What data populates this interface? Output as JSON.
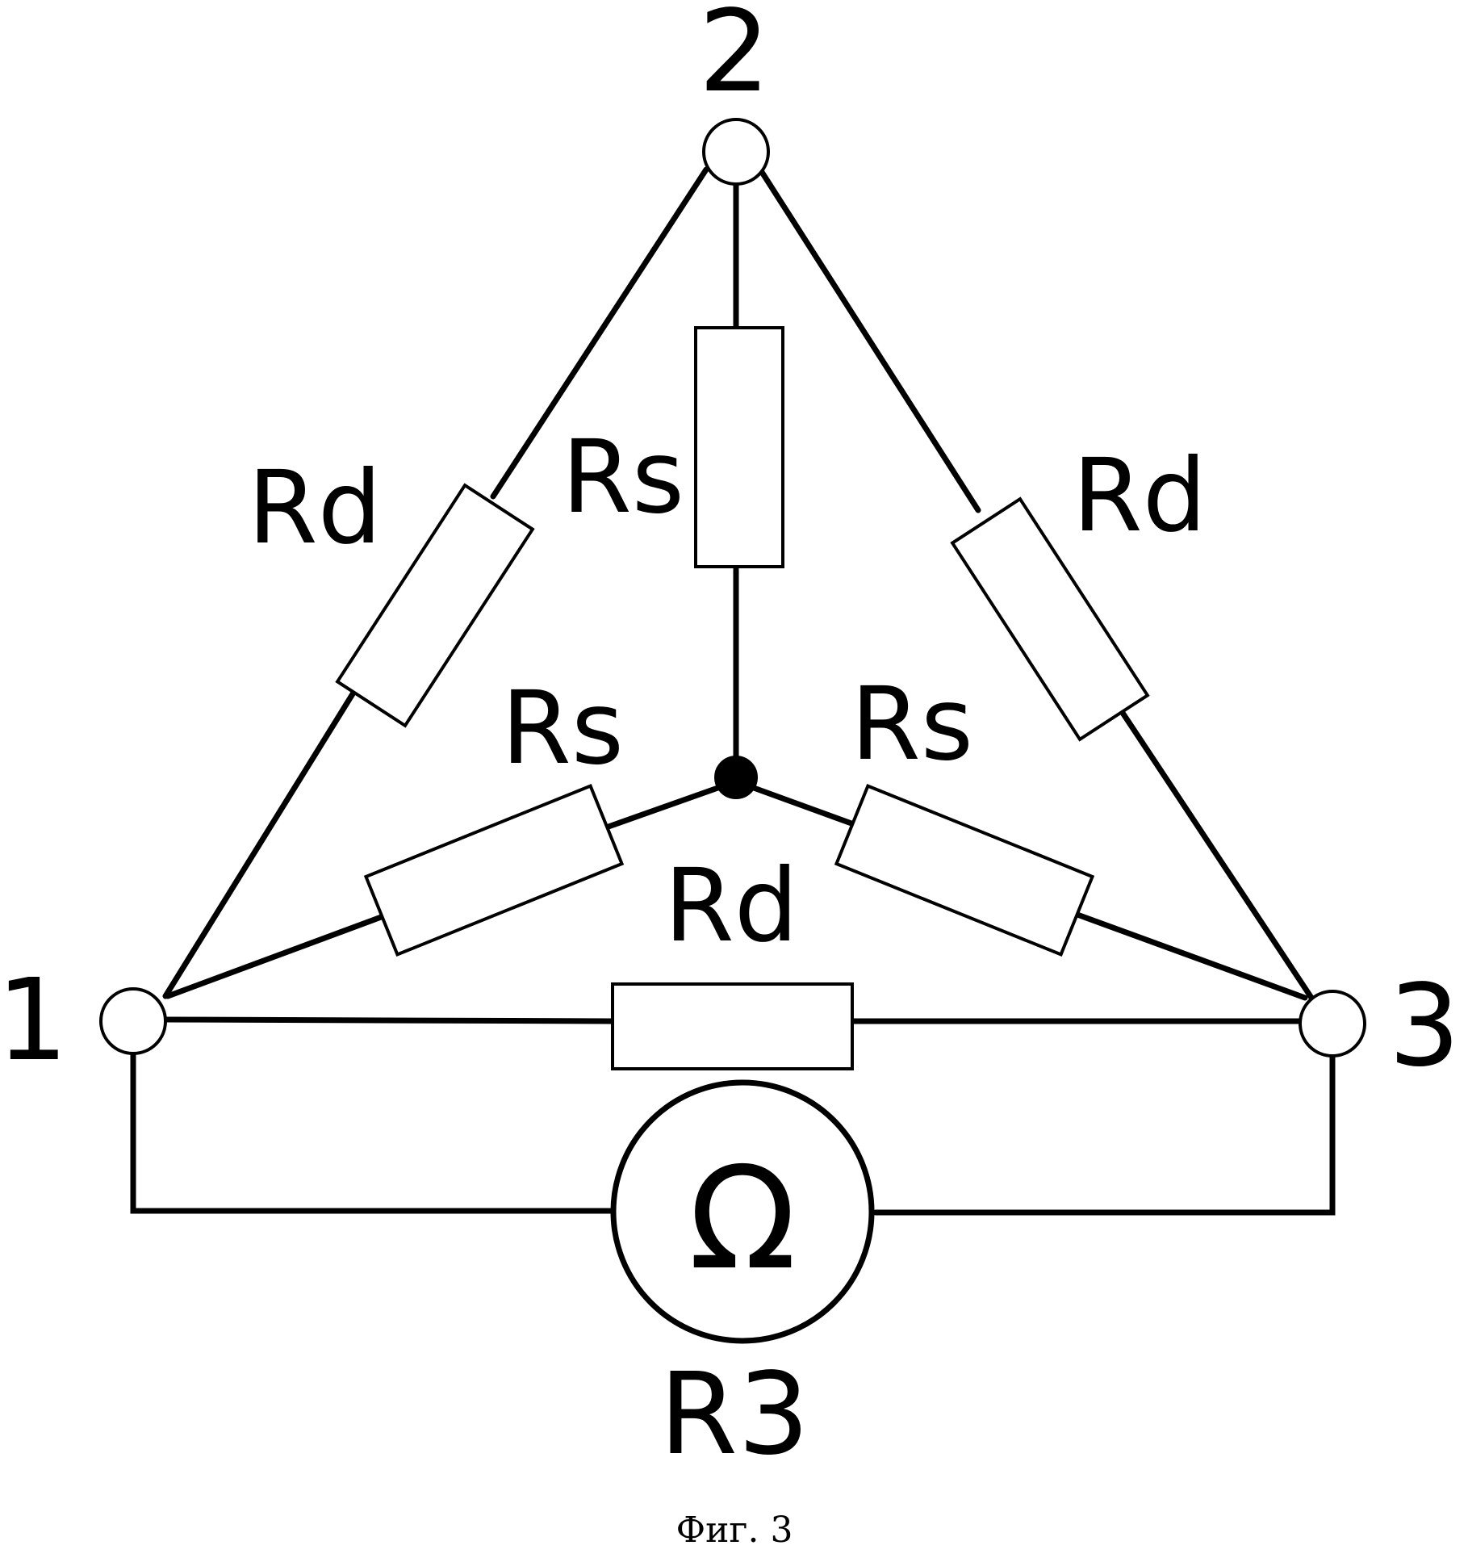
{
  "diagram": {
    "nodes": {
      "node1": "1",
      "node2": "2",
      "node3": "3"
    },
    "resistors": {
      "rd_left": "Rd",
      "rd_right": "Rd",
      "rd_bottom": "Rd",
      "rs_top": "Rs",
      "rs_left": "Rs",
      "rs_right": "Rs"
    },
    "meter": {
      "symbol": "Ω",
      "label": "R3"
    },
    "caption": "Фиг. 3"
  }
}
